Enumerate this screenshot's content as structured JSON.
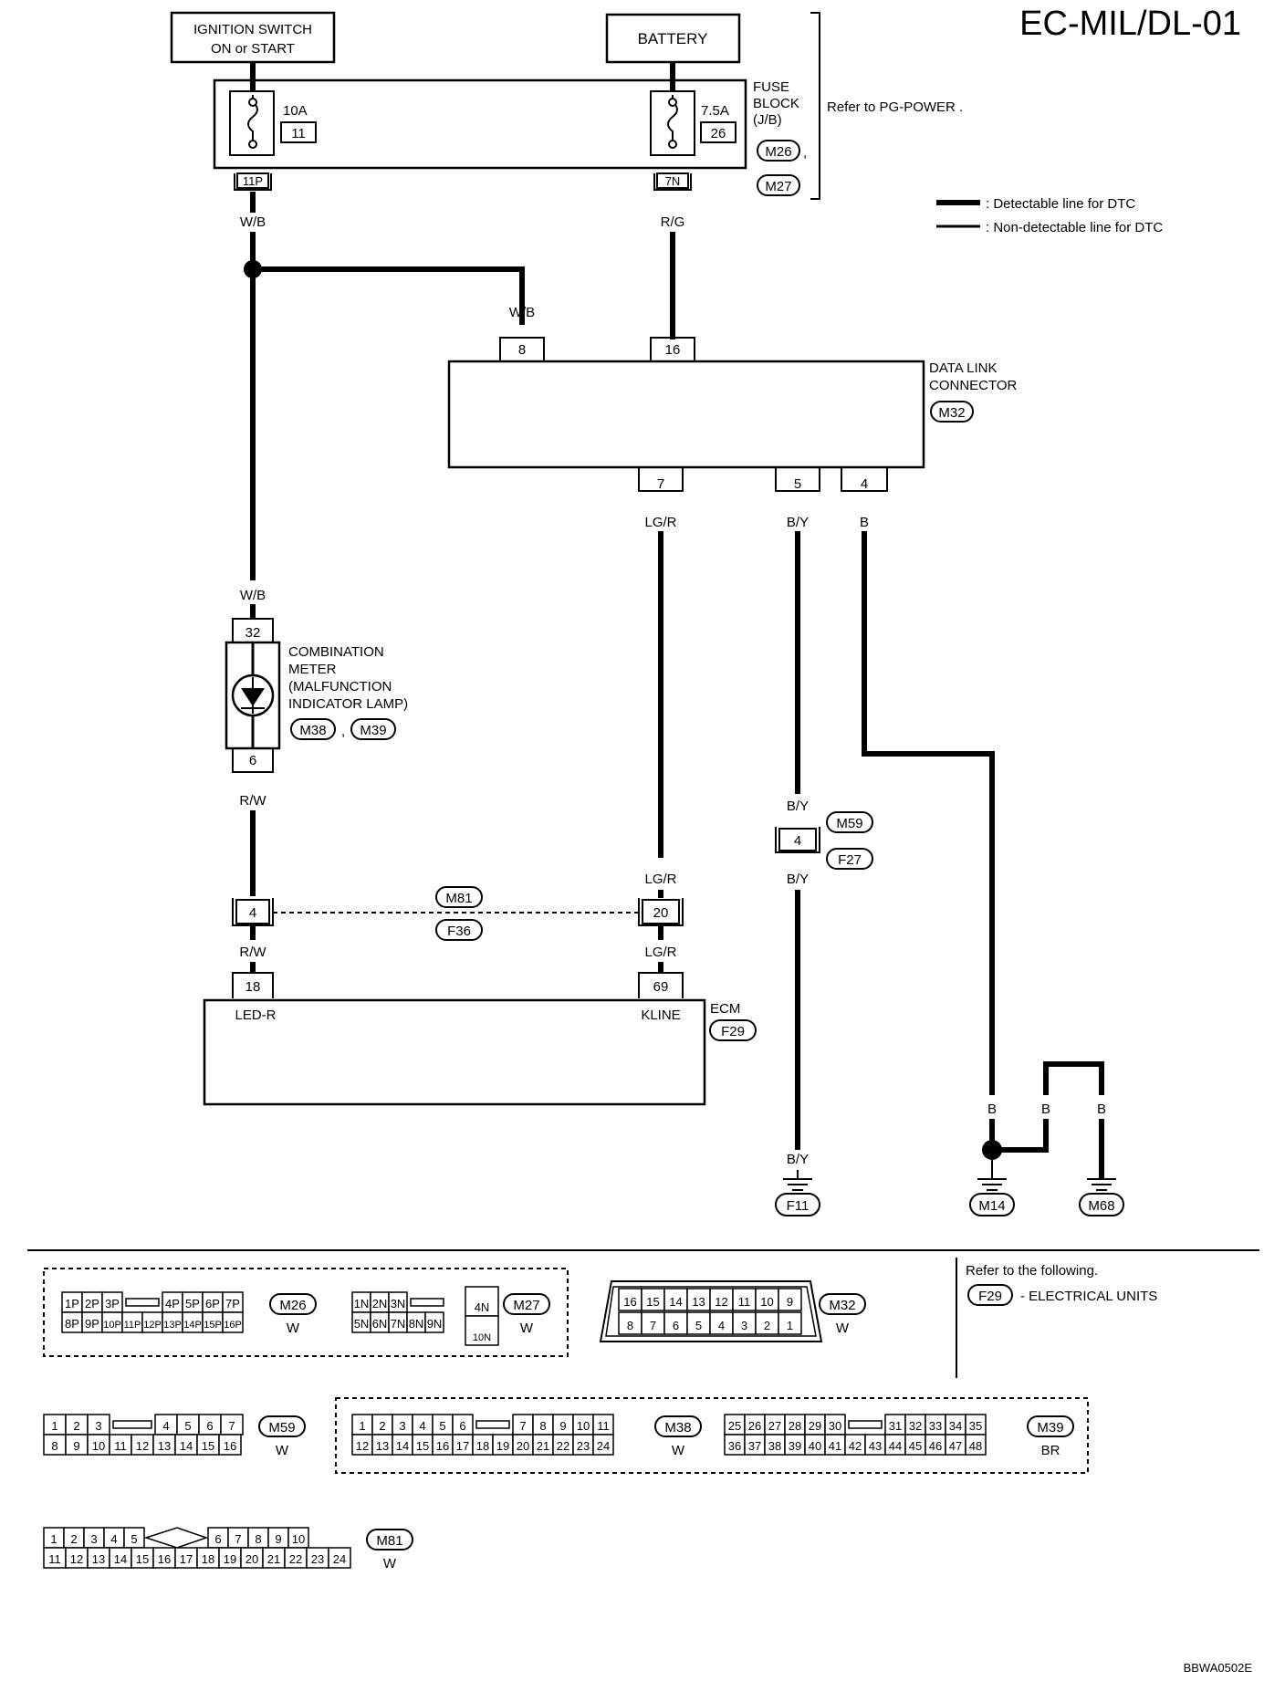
{
  "page": {
    "title": "EC-MIL/DL-01",
    "figure_code": "BBWA0502E"
  },
  "legend": {
    "detectable": ": Detectable line for DTC",
    "non_detectable": ": Non-detectable line for DTC"
  },
  "power": {
    "ignition_line1": "IGNITION SWITCH",
    "ignition_line2": "ON or START",
    "battery": "BATTERY",
    "fuse1_rating": "10A",
    "fuse1_no": "11",
    "fuse2_rating": "7.5A",
    "fuse2_no": "26",
    "fuse_block_line1": "FUSE",
    "fuse_block_line2": "BLOCK",
    "fuse_block_line3": "(J/B)",
    "fuse_block_conn1": "M26",
    "fuse_block_conn2": "M27",
    "refer": "Refer to  PG-POWER .",
    "pin_11p": "11P",
    "pin_7n": "7N"
  },
  "wires": {
    "wb": "W/B",
    "rg": "R/G",
    "lgr": "LG/R",
    "by": "B/Y",
    "b": "B",
    "rw": "R/W"
  },
  "dlc": {
    "name_line1": "DATA LINK",
    "name_line2": "CONNECTOR",
    "conn": "M32",
    "pin8": "8",
    "pin16": "16",
    "pin7": "7",
    "pin5": "5",
    "pin4": "4"
  },
  "meter": {
    "name_line1": "COMBINATION",
    "name_line2": "METER",
    "name_line3": "(MALFUNCTION",
    "name_line4": "INDICATOR LAMP)",
    "conn1": "M38",
    "conn2": "M39",
    "sep": ",",
    "pin32": "32",
    "pin6": "6"
  },
  "joints": {
    "m81": "M81",
    "f36": "F36",
    "pin4": "4",
    "pin20": "20",
    "m59": "M59",
    "f27": "F27",
    "by_pin4": "4"
  },
  "ecm": {
    "name": "ECM",
    "conn": "F29",
    "pin18": "18",
    "pin69": "69",
    "led": "LED-R",
    "kline": "KLINE"
  },
  "grounds": {
    "f11": "F11",
    "m14": "M14",
    "m68": "M68"
  },
  "connectors": {
    "m26": {
      "name": "M26",
      "color": "W",
      "top": [
        "1P",
        "2P",
        "3P",
        "",
        "4P",
        "5P",
        "6P",
        "7P"
      ],
      "bottom": [
        "8P",
        "9P",
        "10P",
        "11P",
        "12P",
        "13P",
        "14P",
        "15P",
        "16P"
      ]
    },
    "m27": {
      "name": "M27",
      "color": "W",
      "top": [
        "1N",
        "2N",
        "3N",
        ""
      ],
      "bottom": [
        "5N",
        "6N",
        "7N",
        "8N",
        "9N"
      ],
      "side_top": "4N",
      "side_bottom": "10N"
    },
    "m32": {
      "name": "M32",
      "color": "W",
      "top": [
        "16",
        "15",
        "14",
        "13",
        "12",
        "11",
        "10",
        "9"
      ],
      "bottom": [
        "8",
        "7",
        "6",
        "5",
        "4",
        "3",
        "2",
        "1"
      ]
    },
    "m59": {
      "name": "M59",
      "color": "W",
      "top": [
        "1",
        "2",
        "3",
        "",
        "4",
        "5",
        "6",
        "7"
      ],
      "bottom": [
        "8",
        "9",
        "10",
        "11",
        "12",
        "13",
        "14",
        "15",
        "16"
      ]
    },
    "m38": {
      "name": "M38",
      "color": "W",
      "top": [
        "1",
        "2",
        "3",
        "4",
        "5",
        "6",
        "",
        "7",
        "8",
        "9",
        "10",
        "11"
      ],
      "bottom": [
        "12",
        "13",
        "14",
        "15",
        "16",
        "17",
        "18",
        "19",
        "20",
        "21",
        "22",
        "23",
        "24"
      ]
    },
    "m39": {
      "name": "M39",
      "color": "BR",
      "top": [
        "25",
        "26",
        "27",
        "28",
        "29",
        "30",
        "",
        "31",
        "32",
        "33",
        "34",
        "35"
      ],
      "bottom": [
        "36",
        "37",
        "38",
        "39",
        "40",
        "41",
        "42",
        "43",
        "44",
        "45",
        "46",
        "47",
        "48"
      ]
    },
    "m81": {
      "name": "M81",
      "color": "W",
      "top": [
        "1",
        "2",
        "3",
        "4",
        "5",
        "",
        "6",
        "7",
        "8",
        "9",
        "10"
      ],
      "bottom": [
        "11",
        "12",
        "13",
        "14",
        "15",
        "16",
        "17",
        "18",
        "19",
        "20",
        "21",
        "22",
        "23",
        "24"
      ]
    }
  },
  "refer_box": {
    "line1": "Refer to the following.",
    "conn": "F29",
    "line2": "- ELECTRICAL UNITS"
  }
}
